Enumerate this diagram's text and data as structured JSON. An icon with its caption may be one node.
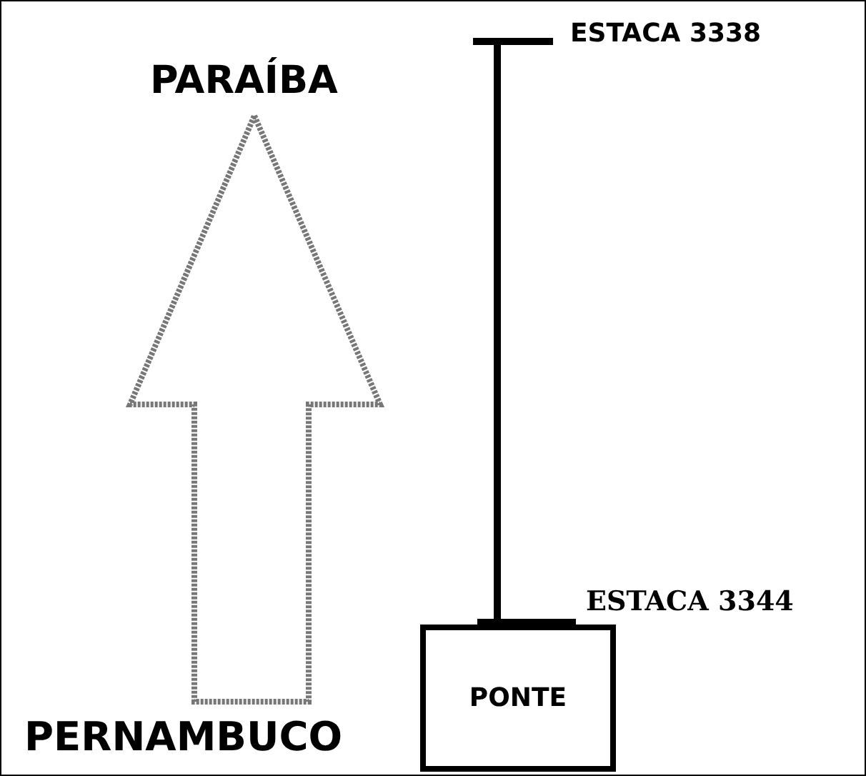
{
  "diagram": {
    "nodes": [
      {
        "text": [
          "PONTE"
        ]
      }
    ],
    "labels": [
      "ESTACA 3338",
      "PARAÍBA",
      "ESTACA 3344",
      "PERNAMBUCO"
    ]
  }
}
